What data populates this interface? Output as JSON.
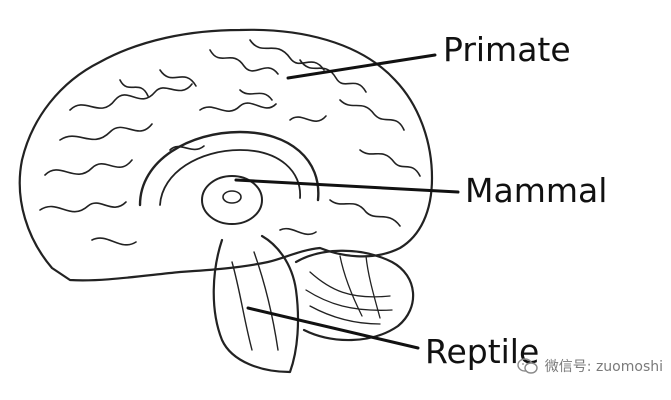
{
  "labels": {
    "primate": "Primate",
    "mammal": "Mammal",
    "reptile": "Reptile"
  },
  "watermark": {
    "text": "微信号: zuomoshi",
    "icon": "wechat-icon"
  },
  "colors": {
    "ink": "#111111",
    "background": "#ffffff",
    "watermark": "#7a7a7a"
  }
}
